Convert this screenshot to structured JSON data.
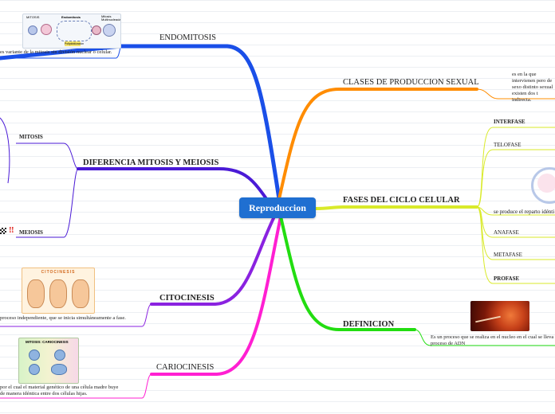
{
  "root": {
    "label": "Reproduccion",
    "color": "#1f6fd1"
  },
  "branches": {
    "endomitosis": {
      "label": "ENDOMITOSIS",
      "note": "es variante de la mitosis sin división nuclear o celular.",
      "color": "#1a4fe8",
      "image": {
        "left_label": "MITOSIS",
        "mid_label": "Endomitosis",
        "right_label": "Mitosis Multinucleada",
        "footer": "Poliploidización"
      }
    },
    "diferencia": {
      "label": "DIFERENCIA MITOSIS Y MEIOSIS",
      "color": "#4a1ad6",
      "mitosis": "MITOSIS",
      "meiosis": "MEIOSIS",
      "meiosis_marks": "‼"
    },
    "citocinesis": {
      "label": "CITOCINESIS",
      "color": "#8a22e0",
      "image_title": "CITOCINESIS",
      "note": "proceso independiente, que se inicia simultáneamente a fase."
    },
    "cariocinesis": {
      "label": "CARIOCINESIS",
      "color": "#ff1fd2",
      "image_title": "MITOSIS: CARIOCINESIS",
      "note": "por el cual el material genético de una célula madre buye de manera idéntica entre dos células hijas."
    },
    "clases": {
      "label": "CLASES DE PRODUCCION SEXUAL",
      "color": "#ff8c00",
      "note": "es en la que intervienen pero de sexo distinto sexual existen dos t indirecta."
    },
    "fases": {
      "label": "FASES DEL CICLO CELULAR",
      "color": "#d9ea2a",
      "items": [
        "INTERFASE",
        "TELOFASE",
        "se produce el reparto idénti",
        "ANAFASE",
        "METAFASE",
        "PROFASE"
      ]
    },
    "definicion": {
      "label": "DEFINICION",
      "color": "#22dd11",
      "note": "Es un proceso que se realiza en el nucleo en el cual se lleva proceso de ADN"
    }
  }
}
